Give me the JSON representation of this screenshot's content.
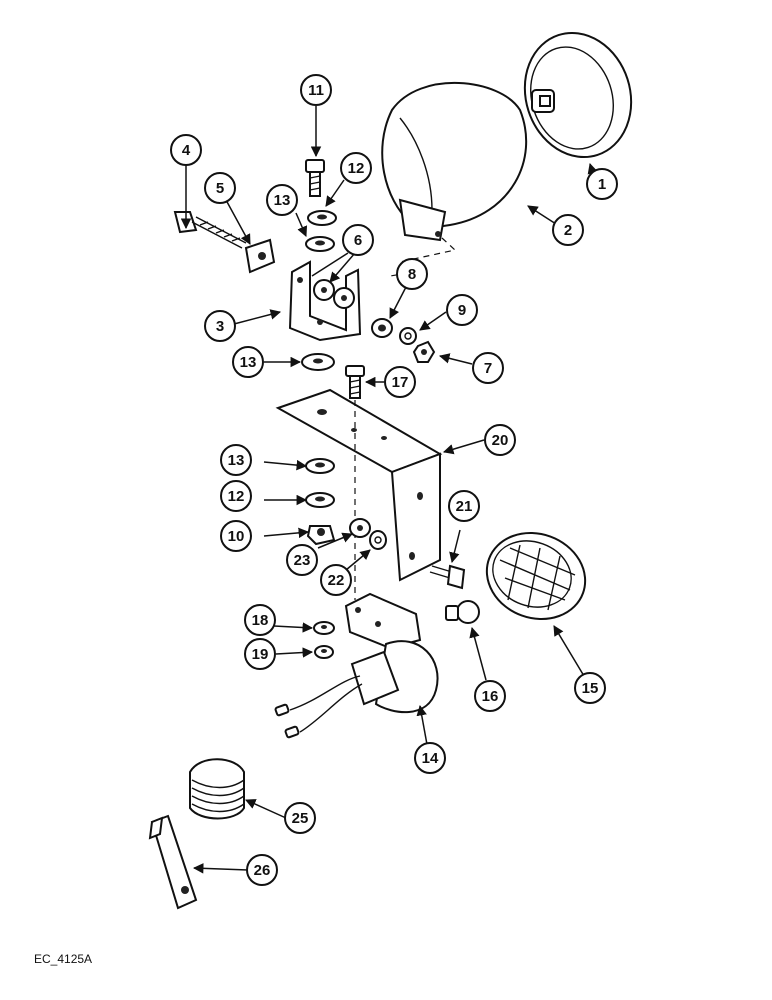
{
  "diagram": {
    "footer_code": "EC_4125A",
    "callouts": [
      "1",
      "2",
      "3",
      "4",
      "5",
      "6",
      "7",
      "8",
      "9",
      "10",
      "11",
      "12",
      "12",
      "13",
      "13",
      "13",
      "14",
      "15",
      "16",
      "17",
      "18",
      "19",
      "20",
      "21",
      "22",
      "23",
      "25",
      "26"
    ]
  }
}
